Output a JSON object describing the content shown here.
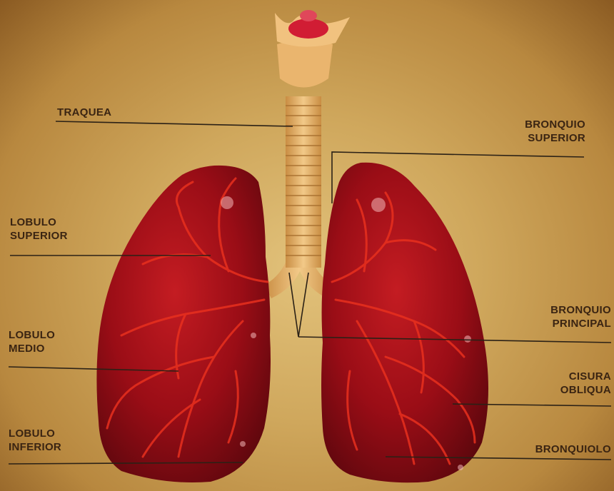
{
  "labels": {
    "traquea": "TRAQUEA",
    "bronquio_superior": [
      "BRONQUIO",
      "SUPERIOR"
    ],
    "lobulo_superior": [
      "LOBULO",
      "SUPERIOR"
    ],
    "bronquio_principal": [
      "BRONQUIO",
      "PRINCIPAL"
    ],
    "lobulo_medio": [
      "LOBULO",
      "MEDIO"
    ],
    "cisura_obliqua": [
      "CISURA",
      "OBLIQUA"
    ],
    "lobulo_inferior": [
      "LOBULO",
      "INFERIOR"
    ],
    "bronquiolo": "BRONQUIOLO"
  },
  "colors": {
    "background": "#d4ae65",
    "lung": "#9e0f18",
    "vessels": "#e8301e",
    "trachea": "#e9b86a",
    "leader_lines": "#2b2116"
  }
}
